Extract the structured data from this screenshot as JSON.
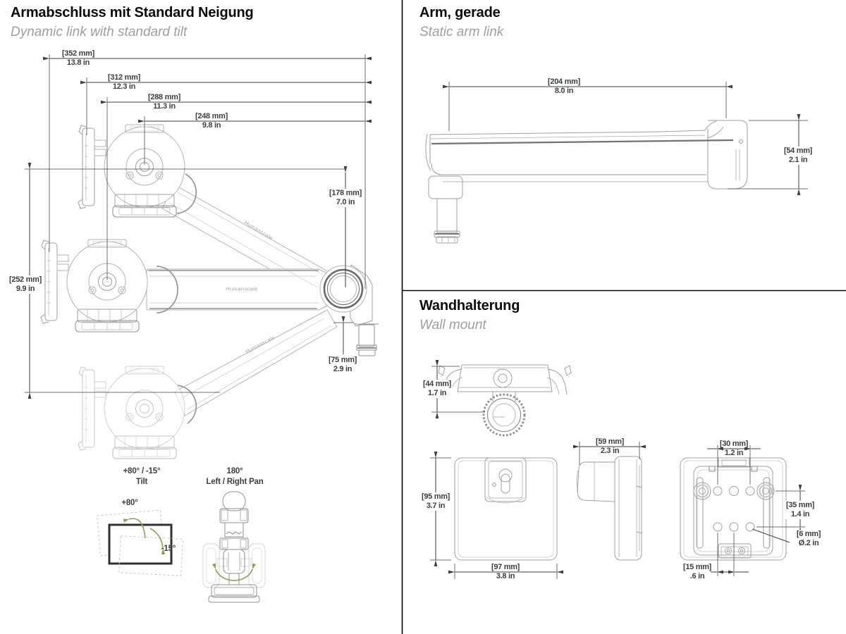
{
  "colors": {
    "accent_green": "#8fa050",
    "dimension_text": "#3b4040",
    "drawing_gray": "#b2b5b5"
  },
  "dynamic_link_panel": {
    "title": "Armabschluss mit Standard Neigung",
    "subtitle": "Dynamic link with standard tilt",
    "brand": "Humanscale",
    "dims": {
      "d352": {
        "mm": "[352 mm]",
        "in": "13.8 in"
      },
      "d312": {
        "mm": "[312 mm]",
        "in": "12.3 in"
      },
      "d288": {
        "mm": "[288 mm]",
        "in": "11.3 in"
      },
      "d248": {
        "mm": "[248 mm]",
        "in": "9.8 in"
      },
      "d178": {
        "mm": "[178 mm]",
        "in": "7.0 in"
      },
      "d252": {
        "mm": "[252 mm]",
        "in": "9.9 in"
      },
      "d75": {
        "mm": "[75 mm]",
        "in": "2.9 in"
      }
    },
    "tilt": {
      "heading": "+80° / -15°",
      "label": "Tilt",
      "max": "+80°",
      "min": "-15°"
    },
    "pan": {
      "heading": "180°",
      "label": "Left / Right Pan"
    }
  },
  "static_arm_panel": {
    "title": "Arm, gerade",
    "subtitle": "Static arm link",
    "dims": {
      "d204": {
        "mm": "[204 mm]",
        "in": "8.0 in"
      },
      "d54": {
        "mm": "[54 mm]",
        "in": "2.1 in"
      }
    }
  },
  "wall_mount_panel": {
    "title": "Wandhalterung",
    "subtitle": "Wall mount",
    "dims": {
      "d44": {
        "mm": "[44 mm]",
        "in": "1.7 in"
      },
      "d95": {
        "mm": "[95 mm]",
        "in": "3.7 in"
      },
      "d97": {
        "mm": "[97 mm]",
        "in": "3.8 in"
      },
      "d59": {
        "mm": "[59 mm]",
        "in": "2.3 in"
      },
      "d30": {
        "mm": "[30 mm]",
        "in": "1.2 in"
      },
      "d35": {
        "mm": "[35 mm]",
        "in": "1.4 in"
      },
      "d6": {
        "mm": "[6 mm]",
        "in": "Ø.2 in"
      },
      "d15": {
        "mm": "[15 mm]",
        "in": ".6 in"
      }
    }
  }
}
